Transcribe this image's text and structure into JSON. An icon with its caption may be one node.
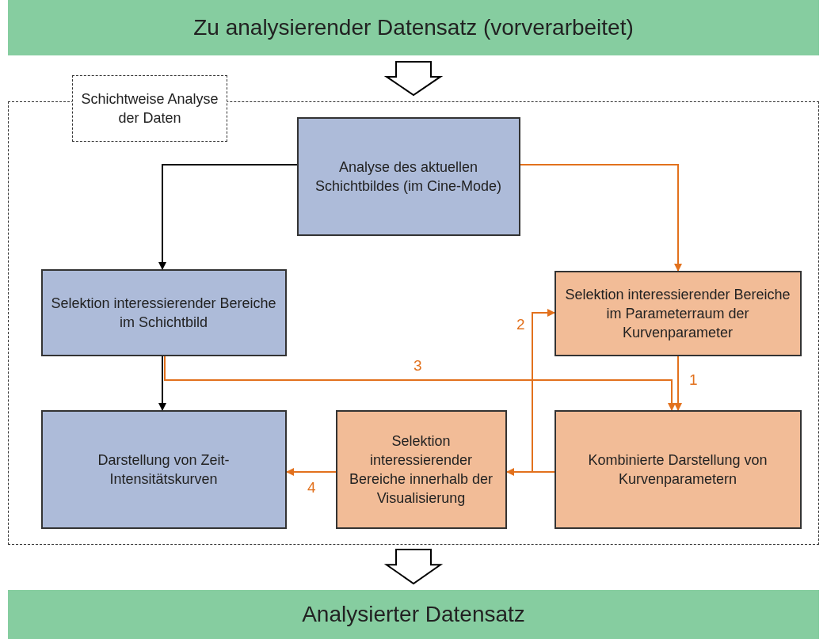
{
  "diagram": {
    "nodes": [
      {
        "text": [
          "Zu analysierender Datensatz (vorverarbeitet)"
        ]
      },
      {
        "text": [
          "Schichtweise Analyse der Daten"
        ]
      },
      {
        "text": [
          "Analyse des aktuellen Schichtbildes (im Cine-Mode)"
        ],
        "in": 1
      },
      {
        "text": [
          "Selektion interessierender Bereiche im Schichtbild"
        ],
        "in": 1
      },
      {
        "text": [
          "Selektion interessierender Bereiche im Parameterraum der Kurvenparameter"
        ],
        "in": 1
      },
      {
        "text": [
          "Darstellung von Zeit-Intensitätskurven"
        ],
        "in": 1
      },
      {
        "text": [
          "Selektion interessierender Bereiche innerhalb der Visualisierung"
        ],
        "in": 1
      },
      {
        "text": [
          "Kombinierte Darstellung von Kurvenparametern"
        ],
        "in": 1
      },
      {
        "text": [
          "Analysierter Datensatz"
        ]
      }
    ],
    "edges": [
      {
        "from": 0,
        "to": 1,
        "arrow": "to",
        "style": "thick",
        "color": "#000000"
      },
      {
        "from": 2,
        "to": 3,
        "arrow": "to",
        "color": "#000000"
      },
      {
        "from": 2,
        "to": 4,
        "arrow": "to"
      },
      {
        "from": 3,
        "to": 5,
        "arrow": "to",
        "color": "#000000"
      },
      {
        "from": 3,
        "to": 7,
        "arrow": "to",
        "label": "3"
      },
      {
        "from": 4,
        "to": 7,
        "arrow": "to",
        "label": "1"
      },
      {
        "from": 7,
        "to": 6,
        "arrow": "to"
      },
      {
        "from": 7,
        "to": 4,
        "arrow": "to",
        "label": "2"
      },
      {
        "from": 6,
        "to": 5,
        "arrow": "to",
        "label": "4"
      },
      {
        "from": 1,
        "to": 8,
        "arrow": "to",
        "style": "thick",
        "color": "#000000"
      }
    ]
  }
}
